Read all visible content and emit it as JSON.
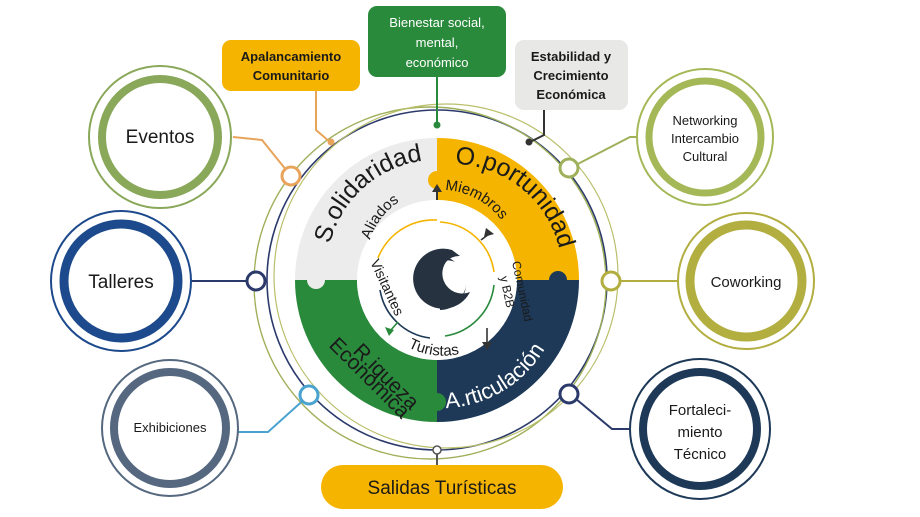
{
  "center": {
    "quadrants": [
      {
        "key": "S",
        "label": "S.olidaridad",
        "color": "#ececec",
        "text_color": "#1a1a1a"
      },
      {
        "key": "O",
        "label": "O.portunidad",
        "color": "#f5b400",
        "text_color": "#1a1a1a"
      },
      {
        "key": "A",
        "label": "A.rticulación",
        "color": "#1d3957",
        "text_color": "#ffffff"
      },
      {
        "key": "R",
        "label_line1": "R.iqueza",
        "label_line2": "Económica",
        "color": "#2a8a3c",
        "text_color": "#1a1a1a"
      }
    ],
    "inner_labels": {
      "aliados": "Aliados",
      "miembros": "Miembros",
      "comunidad_line1": "Comunidad",
      "comunidad_line2": "y B2B",
      "turistas": "Turistas",
      "visitantes": "Visitantes"
    },
    "logo_icon": "eagle-logo-icon"
  },
  "top_callouts": {
    "apalancamiento": {
      "line1": "Apalancamiento",
      "line2": "Comunitario",
      "color": "#f5b400"
    },
    "bienestar": {
      "line1": "Bienestar social,",
      "line2": "mental,",
      "line3": "económico",
      "color": "#2a8a3c"
    },
    "estabilidad": {
      "line1": "Estabilidad y",
      "line2": "Crecimiento",
      "line3": "Económica",
      "color": "#e8e8e6"
    }
  },
  "left_nodes": {
    "eventos": {
      "label": "Eventos",
      "ring_color": "#8aa85a"
    },
    "talleres": {
      "label": "Talleres",
      "ring_color": "#1d4a8c"
    },
    "exhibiciones": {
      "label": "Exhibiciones",
      "ring_color": "#55687f"
    }
  },
  "right_nodes": {
    "networking": {
      "line1": "Networking",
      "line2": "Intercambio",
      "line3": "Cultural",
      "ring_color": "#a5b858"
    },
    "coworking": {
      "label": "Coworking",
      "ring_color": "#b2ae40"
    },
    "fortalecimiento": {
      "line1": "Fortaleci-",
      "line2": "miento",
      "line3": "Técnico",
      "ring_color": "#1d3957"
    }
  },
  "bottom": {
    "salidas": "Salidas Turísticas",
    "color": "#f5b400"
  }
}
